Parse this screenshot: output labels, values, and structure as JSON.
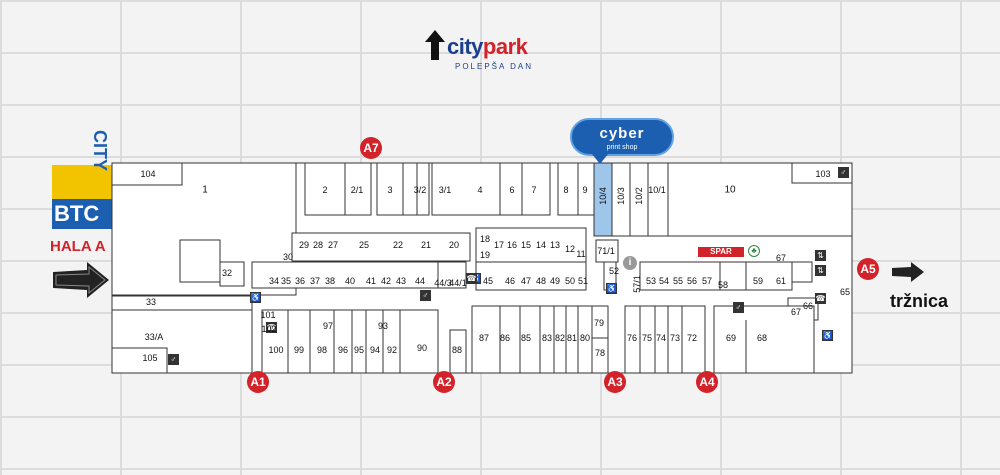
{
  "logo": {
    "word_city": "city",
    "word_park": "park",
    "tagline": "POLEPŠA DAN"
  },
  "btc": {
    "city": "CITY",
    "btc": "BTC"
  },
  "hall": "HALA A",
  "market": "tržnica",
  "cyber": {
    "word": "cyber",
    "sub": "print shop"
  },
  "spar": "SPAR",
  "info_icon": "i",
  "entrances": [
    "A7",
    "A1",
    "A2",
    "A3",
    "A4",
    "A5"
  ],
  "units": {
    "u104": "104",
    "u1": "1",
    "u2": "2",
    "u2_1": "2/1",
    "u3": "3",
    "u3_2": "3/2",
    "u3_1": "3/1",
    "u4": "4",
    "u6": "6",
    "u7": "7",
    "u8": "8",
    "u9": "9",
    "u10_4": "10/4",
    "u10_3": "10/3",
    "u10_2": "10/2",
    "u10_1": "10/1",
    "u10": "10",
    "u103": "103",
    "u29": "29",
    "u28": "28",
    "u27": "27",
    "u25": "25",
    "u22": "22",
    "u21": "21",
    "u20": "20",
    "u18": "18",
    "u17": "17",
    "u16": "16",
    "u15": "15",
    "u14": "14",
    "u13": "13",
    "u12": "12",
    "u30": "30",
    "u19": "19",
    "u11": "11",
    "u71_1": "71/1",
    "u32": "32",
    "u34": "34",
    "u35": "35",
    "u36": "36",
    "u37": "37",
    "u38": "38",
    "u40": "40",
    "u41": "41",
    "u42": "42",
    "u43": "43",
    "u44": "44",
    "u44_3": "44/3",
    "u44_1": "44/1",
    "u45": "45",
    "u46": "46",
    "u47": "47",
    "u48": "48",
    "u49": "49",
    "u50": "50",
    "u51": "51",
    "u52": "52",
    "u57_1": "57/1",
    "u53": "53",
    "u54": "54",
    "u55": "55",
    "u56": "56",
    "u57": "57",
    "u58": "58",
    "u59": "59",
    "u61": "61",
    "u67": "67",
    "u65": "65",
    "u66": "66",
    "u67b": "67",
    "u33": "33",
    "u33a": "33/A",
    "u105": "105",
    "u101": "101",
    "u102": "102",
    "u97": "97",
    "u93": "93",
    "u100": "100",
    "u99": "99",
    "u98": "98",
    "u96": "96",
    "u95": "95",
    "u94": "94",
    "u92": "92",
    "u90": "90",
    "u88": "88",
    "u87": "87",
    "u86": "86",
    "u85": "85",
    "u83": "83",
    "u82": "82",
    "u81": "81",
    "u80": "80",
    "u79": "79",
    "u78": "78",
    "u76": "76",
    "u75": "75",
    "u74": "74",
    "u73": "73",
    "u72": "72",
    "u69": "69",
    "u68": "68"
  },
  "colors": {
    "accent": "#d2232a",
    "brand_blue": "#1c5fb0",
    "highlight": "#9ec5ea"
  },
  "icons": [
    "arrow-up-icon",
    "arrow-right-icon",
    "toilet-icon",
    "phone-icon",
    "wheelchair-icon",
    "elevator-icon",
    "info-icon",
    "tree-icon"
  ]
}
